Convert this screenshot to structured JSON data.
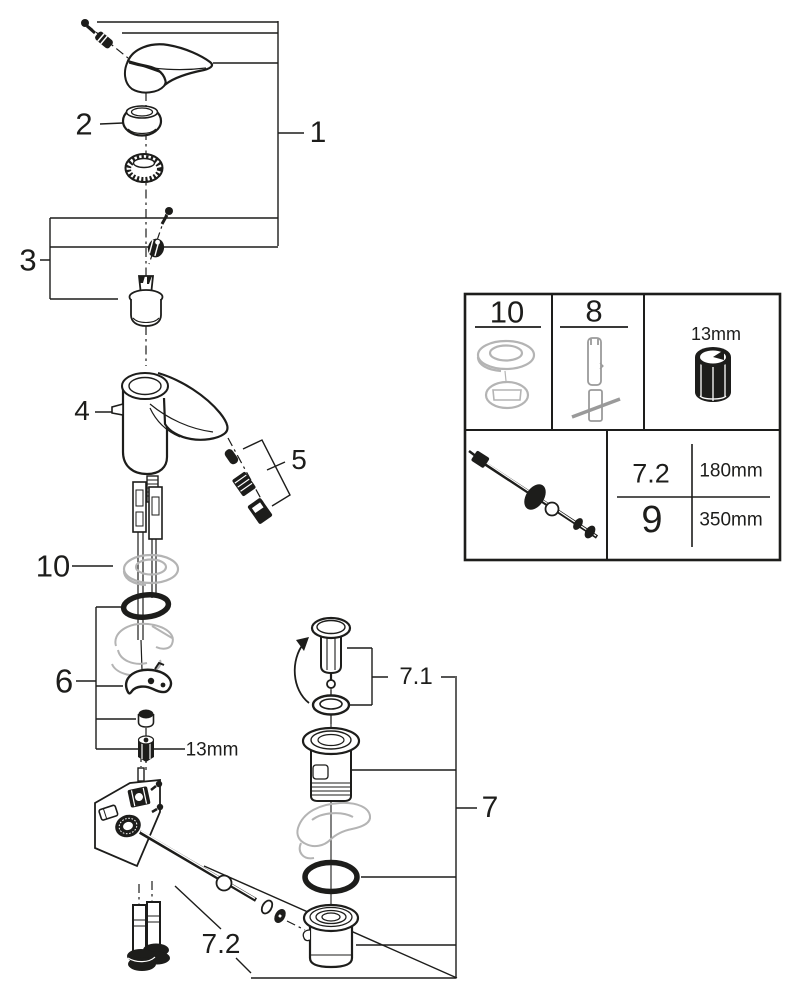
{
  "colors": {
    "line": "#1d1d1b",
    "ghost": "#b4b4b4",
    "background": "#ffffff"
  },
  "callouts": {
    "n1": "1",
    "n2": "2",
    "n3": "3",
    "n4": "4",
    "n5": "5",
    "n6": "6",
    "n7": "7",
    "n7_1": "7.1",
    "n7_2": "7.2",
    "n10": "10",
    "wrench_size": "13mm"
  },
  "parts_table": {
    "col_part10": "10",
    "col_part8": "8",
    "col_wrench": "13mm",
    "rows": [
      {
        "id": "7.2",
        "length": "180mm"
      },
      {
        "id": "9",
        "length": "350mm"
      }
    ]
  }
}
